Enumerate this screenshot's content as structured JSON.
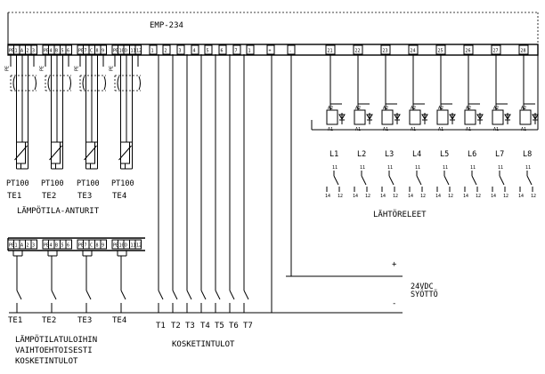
{
  "colors": {
    "line": "#000000",
    "background": "#ffffff"
  },
  "controller": {
    "title": "EMP-234",
    "sensor_pin_labels": [
      [
        "PE",
        "1",
        "A",
        "2",
        "3"
      ],
      [
        "PE",
        "4",
        "B",
        "5",
        "6"
      ],
      [
        "PE",
        "7",
        "C",
        "8",
        "9"
      ],
      [
        "PE",
        "10",
        "D",
        "11",
        "12"
      ]
    ],
    "mid_terminals": [
      "1",
      "2",
      "3",
      "4",
      "5",
      "6",
      "7",
      "1",
      "+",
      "-"
    ],
    "out_terminals": [
      "21",
      "22",
      "23",
      "24",
      "25",
      "26",
      "27",
      "28"
    ]
  },
  "sensors": {
    "items": [
      {
        "type": "PT100",
        "tag": "TE1"
      },
      {
        "type": "PT100",
        "tag": "TE2"
      },
      {
        "type": "PT100",
        "tag": "TE3"
      },
      {
        "type": "PT100",
        "tag": "TE4"
      }
    ],
    "caption": "LÄMPÖTILA-ANTURIT"
  },
  "relays": {
    "items": [
      "L1",
      "L2",
      "L3",
      "L4",
      "L5",
      "L6",
      "L7",
      "L8"
    ],
    "coil_top": "A2",
    "coil_bottom": "A1",
    "common": "11",
    "contact_no": "14",
    "contact_nc": "12",
    "caption": "LÄHTÖRELEET"
  },
  "alt_inputs": {
    "tags": [
      "TE1",
      "TE2",
      "TE3",
      "TE4"
    ],
    "caption_lines": [
      "LÄMPÖTILATULOIHIN",
      "VAIHTOEHTOISESTI",
      "KOSKETINTULOT"
    ]
  },
  "contact_inputs": {
    "tags": [
      "T1",
      "T2",
      "T3",
      "T4",
      "T5",
      "T6",
      "T7"
    ],
    "caption": "KOSKETINTULOT"
  },
  "power": {
    "plus": "+",
    "minus": "-",
    "voltage": "24VDC",
    "label": "SYÖTTÖ"
  }
}
